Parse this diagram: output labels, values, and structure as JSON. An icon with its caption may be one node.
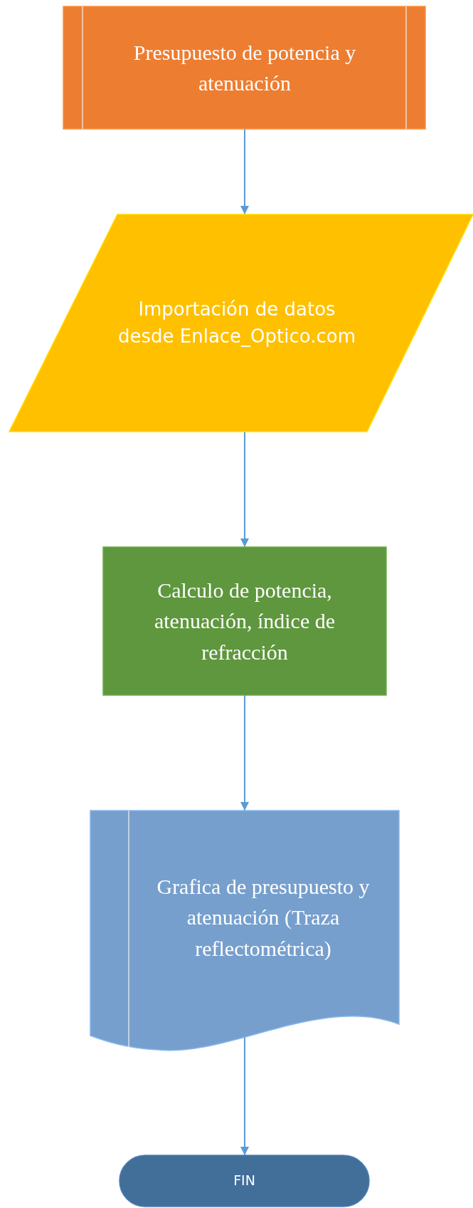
{
  "diagram": {
    "nodes": [
      {
        "text": [
          "Presupuesto de potencia y atenuación"
        ]
      },
      {
        "text": [
          "Importación de datos desde Enlace_Optico.com"
        ]
      },
      {
        "text": [
          "Calculo de potencia, atenuación, índice de refracción"
        ]
      },
      {
        "text": [
          "Grafica de presupuesto y atenuación (Traza reflectométrica)"
        ]
      },
      {
        "text": [
          "FIN"
        ]
      }
    ],
    "edges": [
      {
        "from": 0,
        "to": 1,
        "arrow": "to"
      },
      {
        "from": 1,
        "to": 2,
        "arrow": "to"
      },
      {
        "from": 2,
        "to": 3,
        "arrow": "to"
      },
      {
        "from": 3,
        "to": 4,
        "arrow": "to"
      }
    ]
  }
}
